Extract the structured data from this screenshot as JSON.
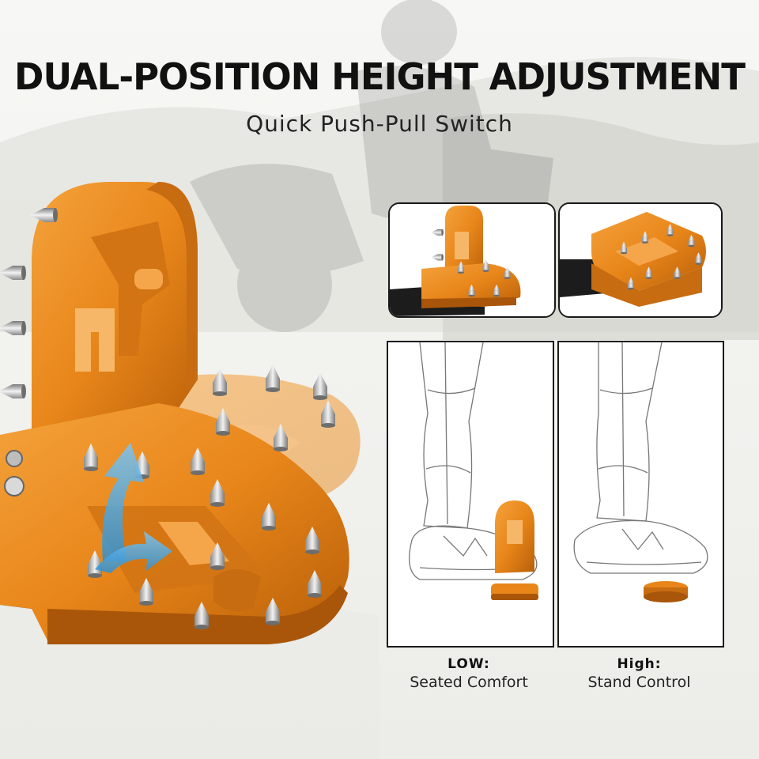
{
  "headline": "DUAL-POSITION HEIGHT ADJUSTMENT",
  "subheadline": "Quick Push-Pull Switch",
  "positions": [
    {
      "title": "LOW:",
      "subtitle": "Seated Comfort"
    },
    {
      "title": "High:",
      "subtitle": "Stand Control"
    }
  ],
  "colors": {
    "accent_orange": "#e8861a",
    "arrow_blue": "#4aa8e0",
    "text_dark": "#111111"
  },
  "icons": {
    "arrow": "curved-up-arrow-icon"
  }
}
